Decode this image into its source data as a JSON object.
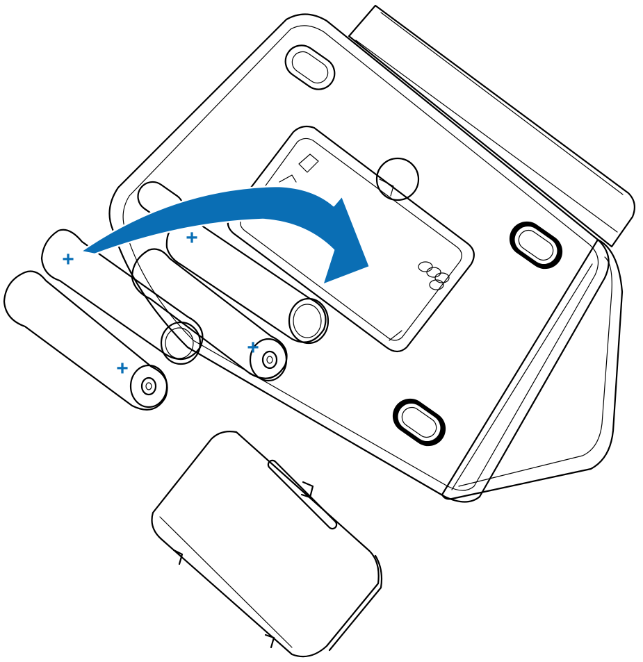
{
  "figure": {
    "subject": "battery-installation-illustration",
    "battery_count": 4,
    "battery_polarity_symbol": "+",
    "icons": [
      "device-base",
      "battery-compartment",
      "insert-arrow",
      "aa-battery",
      "battery-cover"
    ]
  },
  "colors": {
    "battery_fill": "#7cc4ec",
    "battery_symbol": "#0a6fb5",
    "arrow_fill": "#0a6eb4",
    "compartment_fill": "#d3d4d4",
    "outline": "#000000",
    "device_fill": "#ffffff"
  }
}
